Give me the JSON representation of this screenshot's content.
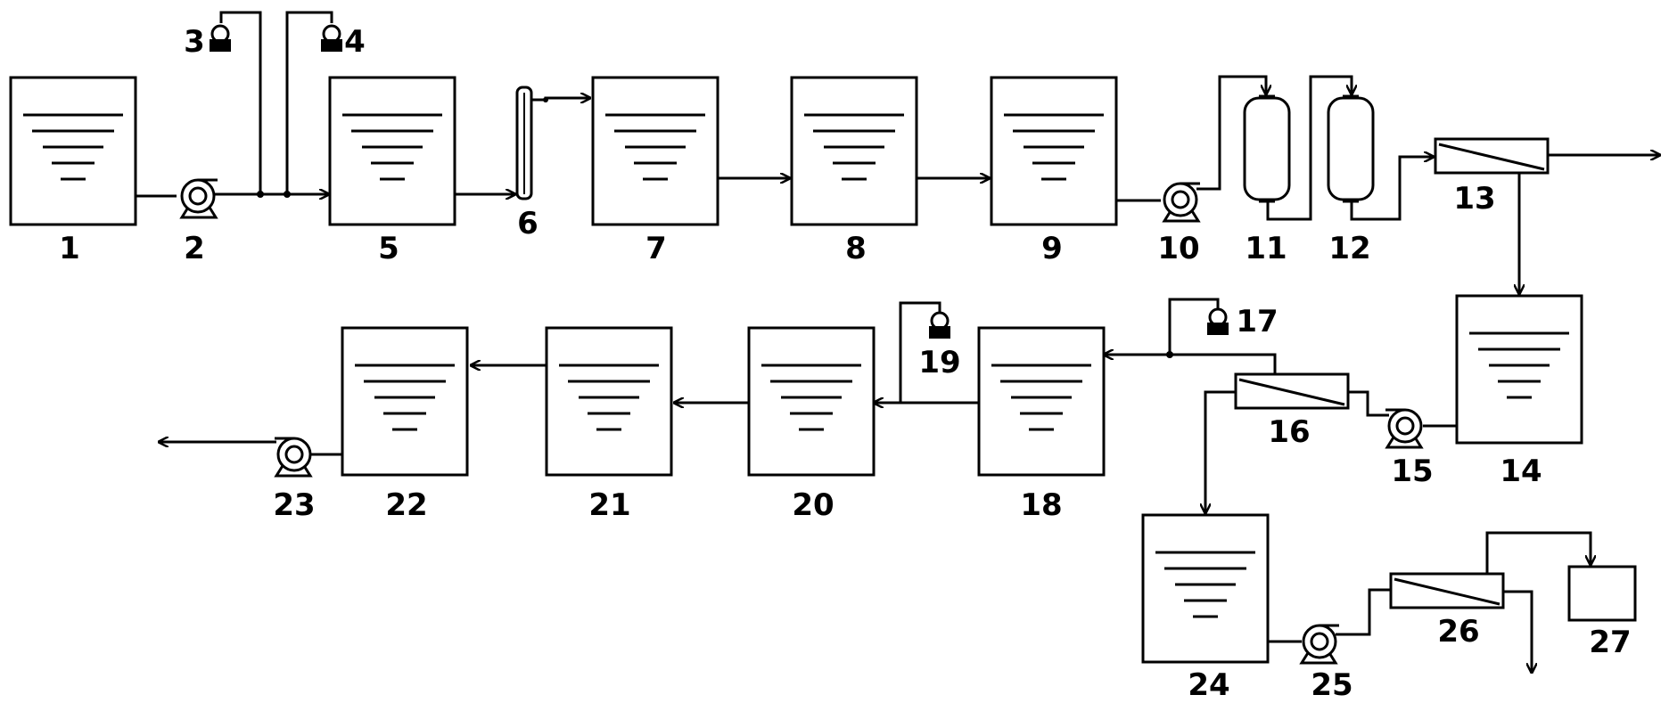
{
  "diagram": {
    "type": "process-flow-schematic",
    "labels": {
      "n1": "1",
      "n2": "2",
      "n3": "3",
      "n4": "4",
      "n5": "5",
      "n6": "6",
      "n7": "7",
      "n8": "8",
      "n9": "9",
      "n10": "10",
      "n11": "11",
      "n12": "12",
      "n13": "13",
      "n14": "14",
      "n15": "15",
      "n16": "16",
      "n17": "17",
      "n18": "18",
      "n19": "19",
      "n20": "20",
      "n21": "21",
      "n22": "22",
      "n23": "23",
      "n24": "24",
      "n25": "25",
      "n26": "26",
      "n27": "27"
    },
    "nodes": {
      "tanks": [
        "1",
        "5",
        "7",
        "8",
        "9",
        "14",
        "18",
        "20",
        "21",
        "22",
        "24"
      ],
      "pumps": [
        "2",
        "10",
        "15",
        "23",
        "25"
      ],
      "dosing_units": [
        "3",
        "4",
        "17",
        "19"
      ],
      "columns": [
        "11",
        "12"
      ],
      "membrane_modules": [
        "13",
        "16",
        "26"
      ],
      "tube_unit": "6",
      "collection_box": "27"
    },
    "edges": [
      [
        "1",
        "2"
      ],
      [
        "2",
        "5"
      ],
      [
        "3",
        "5"
      ],
      [
        "4",
        "5"
      ],
      [
        "5",
        "6"
      ],
      [
        "6",
        "7"
      ],
      [
        "7",
        "8"
      ],
      [
        "8",
        "9"
      ],
      [
        "9",
        "10"
      ],
      [
        "10",
        "11"
      ],
      [
        "11",
        "12"
      ],
      [
        "12",
        "13"
      ],
      [
        "13",
        "out"
      ],
      [
        "13",
        "14"
      ],
      [
        "14",
        "15"
      ],
      [
        "15",
        "16"
      ],
      [
        "16",
        "18"
      ],
      [
        "17",
        "18"
      ],
      [
        "16",
        "24"
      ],
      [
        "18",
        "20"
      ],
      [
        "19",
        "20"
      ],
      [
        "20",
        "21"
      ],
      [
        "21",
        "22"
      ],
      [
        "22",
        "23"
      ],
      [
        "23",
        "out"
      ],
      [
        "24",
        "25"
      ],
      [
        "25",
        "26"
      ],
      [
        "26",
        "27"
      ],
      [
        "26",
        "out"
      ]
    ],
    "colors": {
      "stroke": "#000000",
      "background": "#ffffff"
    }
  }
}
